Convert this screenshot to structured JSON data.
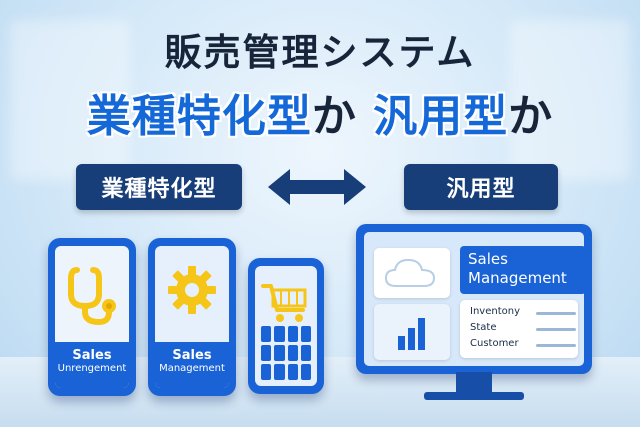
{
  "headline": {
    "line1": "販売管理システム",
    "line2_part1": "業種特化型",
    "line2_conj1": "か",
    "line2_part2": "汎用型",
    "line2_conj2": "か"
  },
  "comparison": {
    "left_label": "業種特化型",
    "right_label": "汎用型"
  },
  "phones": [
    {
      "icon": "stethoscope-icon",
      "line1": "Sales",
      "line2": "Unrengement"
    },
    {
      "icon": "gear-icon",
      "line1": "Sales",
      "line2": "Management"
    },
    {
      "icon": "shopping-cart-icon",
      "line1": "",
      "line2": ""
    }
  ],
  "monitor": {
    "title_line1": "Sales",
    "title_line2": "Management",
    "list_items": [
      "Inventony",
      "State",
      "Customer"
    ]
  },
  "colors": {
    "accent": "#1a63d6",
    "navy": "#173e78",
    "icon_yellow": "#f5c518"
  }
}
